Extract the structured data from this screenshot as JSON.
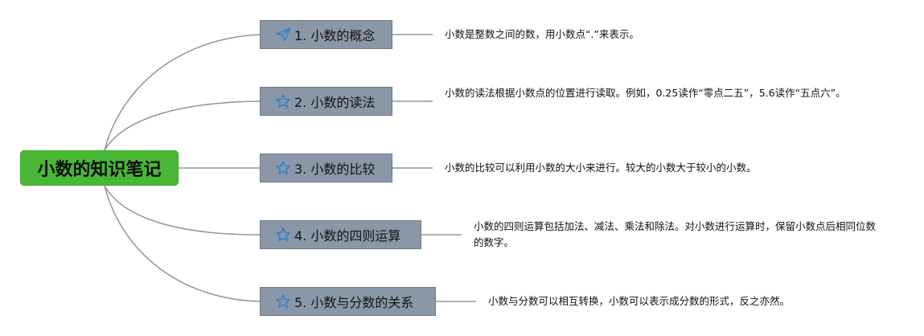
{
  "root": {
    "label": "小数的知识笔记"
  },
  "topics": [
    {
      "label": "1. 小数的概念",
      "icon": "paper-plane-icon",
      "note": "小数是整数之间的数，用小数点“.”来表示。"
    },
    {
      "label": "2. 小数的读法",
      "icon": "star-icon",
      "note": "小数的读法根据小数点的位置进行读取。例如，0.25读作“零点二五”，5.6读作“五点六”。"
    },
    {
      "label": "3. 小数的比较",
      "icon": "star-icon",
      "note": "小数的比较可以利用小数的大小来进行。较大的小数大于较小的小数。"
    },
    {
      "label": "4. 小数的四则运算",
      "icon": "star-icon",
      "note": "小数的四则运算包括加法、减法、乘法和除法。对小数进行运算时，保留小数点后相同位数的数字。"
    },
    {
      "label": "5. 小数与分数的关系",
      "icon": "star-icon",
      "note": "小数与分数可以相互转换，小数可以表示成分数的形式，反之亦然。"
    }
  ],
  "colors": {
    "root_bg": "#49b837",
    "topic_bg": "#8a97a6",
    "line": "#8a97a6",
    "icon": "#2f80c8"
  }
}
